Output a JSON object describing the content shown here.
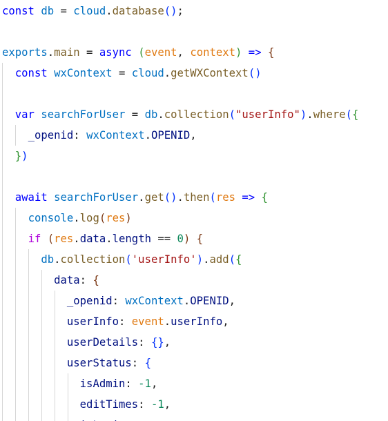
{
  "code_lines": [
    "const db = cloud.database();",
    "",
    "exports.main = async (event, context) => {",
    "  const wxContext = cloud.getWXContext()",
    "",
    "  var searchForUser = db.collection(\"userInfo\").where({",
    "    _openid: wxContext.OPENID,",
    "  })",
    "",
    "  await searchForUser.get().then(res => {",
    "    console.log(res)",
    "    if (res.data.length == 0) {",
    "      db.collection('userInfo').add({",
    "        data: {",
    "          _openid: wxContext.OPENID,",
    "          userInfo: event.userInfo,",
    "          userDetails: {},",
    "          userStatus: {",
    "            isAdmin: -1,",
    "            editTimes: -1,",
    "            isLogin..."
  ],
  "theme": {
    "background": "#ffffff",
    "keyword": "#0000ff",
    "variable": "#0070c1",
    "function": "#795e26",
    "property": "#001080",
    "string": "#a31515",
    "number": "#098658",
    "indent_guide": "#d6d6d6"
  },
  "tokens": {
    "l1": [
      "const",
      " db",
      " = ",
      "cloud",
      ".",
      "database",
      "(",
      ")",
      ";"
    ],
    "l3": [
      "exports",
      ".",
      "main",
      " = ",
      "async",
      " ",
      "(",
      "event",
      ", ",
      "context",
      ")",
      " => ",
      "{"
    ],
    "l4": [
      "const",
      " wxContext",
      " = ",
      "cloud",
      ".",
      "getWXContext",
      "(",
      ")"
    ],
    "l6": [
      "var",
      " searchForUser",
      " = ",
      "db",
      ".",
      "collection",
      "(",
      "\"userInfo\"",
      ")",
      ".",
      "where",
      "(",
      "{"
    ],
    "l7": [
      "_openid",
      ": ",
      "wxContext",
      ".",
      "OPENID",
      ","
    ],
    "l8": [
      "}",
      ")"
    ],
    "l10": [
      "await",
      " searchForUser",
      ".",
      "get",
      "(",
      ")",
      ".",
      "then",
      "(",
      "res",
      " => ",
      "{"
    ],
    "l11": [
      "console",
      ".",
      "log",
      "(",
      "res",
      ")"
    ],
    "l12": [
      "if",
      " ",
      "(",
      "res",
      ".",
      "data",
      ".",
      "length",
      " == ",
      "0",
      ")",
      " ",
      "{"
    ],
    "l13": [
      "db",
      ".",
      "collection",
      "(",
      "'userInfo'",
      ")",
      ".",
      "add",
      "(",
      "{"
    ],
    "l14": [
      "data",
      ": ",
      "{"
    ],
    "l15": [
      "_openid",
      ": ",
      "wxContext",
      ".",
      "OPENID",
      ","
    ],
    "l16": [
      "userInfo",
      ": ",
      "event",
      ".",
      "userInfo",
      ","
    ],
    "l17": [
      "userDetails",
      ": ",
      "{",
      "}",
      ","
    ],
    "l18": [
      "userStatus",
      ": ",
      "{"
    ],
    "l19": [
      "isAdmin",
      ": ",
      "-1",
      ","
    ],
    "l20": [
      "editTimes",
      ": ",
      "-1",
      ","
    ],
    "l21": [
      "isLogin"
    ]
  }
}
